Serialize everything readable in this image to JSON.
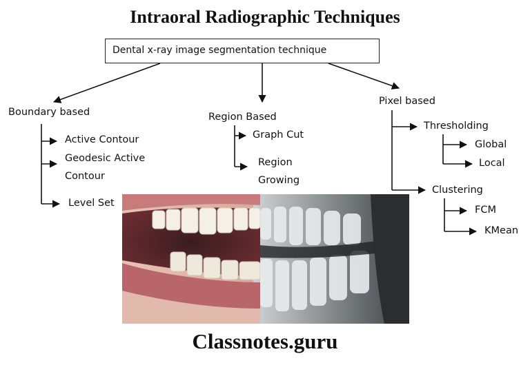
{
  "title": "Intraoral Radiographic Techniques",
  "root": "Dental x-ray image segmentation technique",
  "branches": {
    "boundary": {
      "label": "Boundary based",
      "items": [
        "Active Contour",
        "Geodesic Active",
        "Contour",
        "Level Set"
      ]
    },
    "region": {
      "label": "Region Based",
      "items": [
        "Graph Cut",
        "Region",
        "Growing"
      ]
    },
    "pixel": {
      "label": "Pixel based",
      "thresholding": {
        "label": "Thresholding",
        "items": [
          "Global",
          "Local"
        ]
      },
      "clustering": {
        "label": "Clustering",
        "items": [
          "FCM",
          "KMean"
        ]
      }
    }
  },
  "footer": "Classnotes.guru",
  "colors": {
    "lines": "#111111",
    "lip": "#b8666a",
    "xray": "#8a9296"
  }
}
